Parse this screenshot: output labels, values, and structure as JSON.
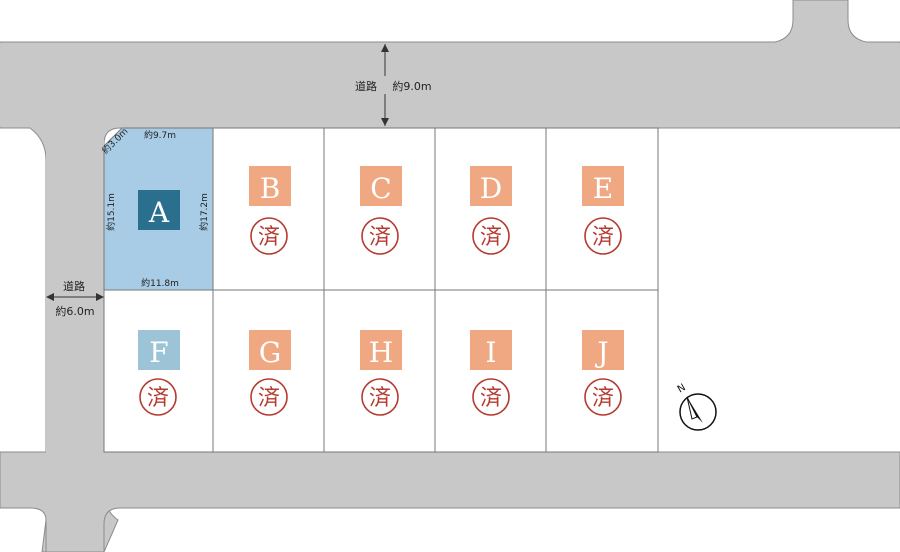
{
  "roads": {
    "north": {
      "name": "道路",
      "width": "約9.0m"
    },
    "west": {
      "name": "道路",
      "width": "約6.0m"
    }
  },
  "lot_a_dimensions": {
    "corner": "約3.0m",
    "top": "約9.7m",
    "left": "約15.1m",
    "right": "約17.2m",
    "bottom": "約11.8m"
  },
  "lots": [
    {
      "id": "A",
      "sold": false,
      "sold_mark": "",
      "status": "available"
    },
    {
      "id": "B",
      "sold": true,
      "sold_mark": "済",
      "status": "sold"
    },
    {
      "id": "C",
      "sold": true,
      "sold_mark": "済",
      "status": "sold"
    },
    {
      "id": "D",
      "sold": true,
      "sold_mark": "済",
      "status": "sold"
    },
    {
      "id": "E",
      "sold": true,
      "sold_mark": "済",
      "status": "sold"
    },
    {
      "id": "F",
      "sold": true,
      "sold_mark": "済",
      "status": "sold"
    },
    {
      "id": "G",
      "sold": true,
      "sold_mark": "済",
      "status": "sold"
    },
    {
      "id": "H",
      "sold": true,
      "sold_mark": "済",
      "status": "sold"
    },
    {
      "id": "I",
      "sold": true,
      "sold_mark": "済",
      "status": "sold"
    },
    {
      "id": "J",
      "sold": true,
      "sold_mark": "済",
      "status": "sold"
    }
  ],
  "compass": {
    "label": "N",
    "icon": "north-arrow-icon"
  },
  "colors": {
    "road": "#c8c8c8",
    "road_edge": "#8c8c8c",
    "lot_a_fill": "#a8cce6",
    "lot_a_badge": "#2b6f8e",
    "lot_f_badge": "#9dc3d6",
    "sold_badge": "#f0a882",
    "sold_mark": "#b53a2f",
    "lot_line": "#777777"
  }
}
